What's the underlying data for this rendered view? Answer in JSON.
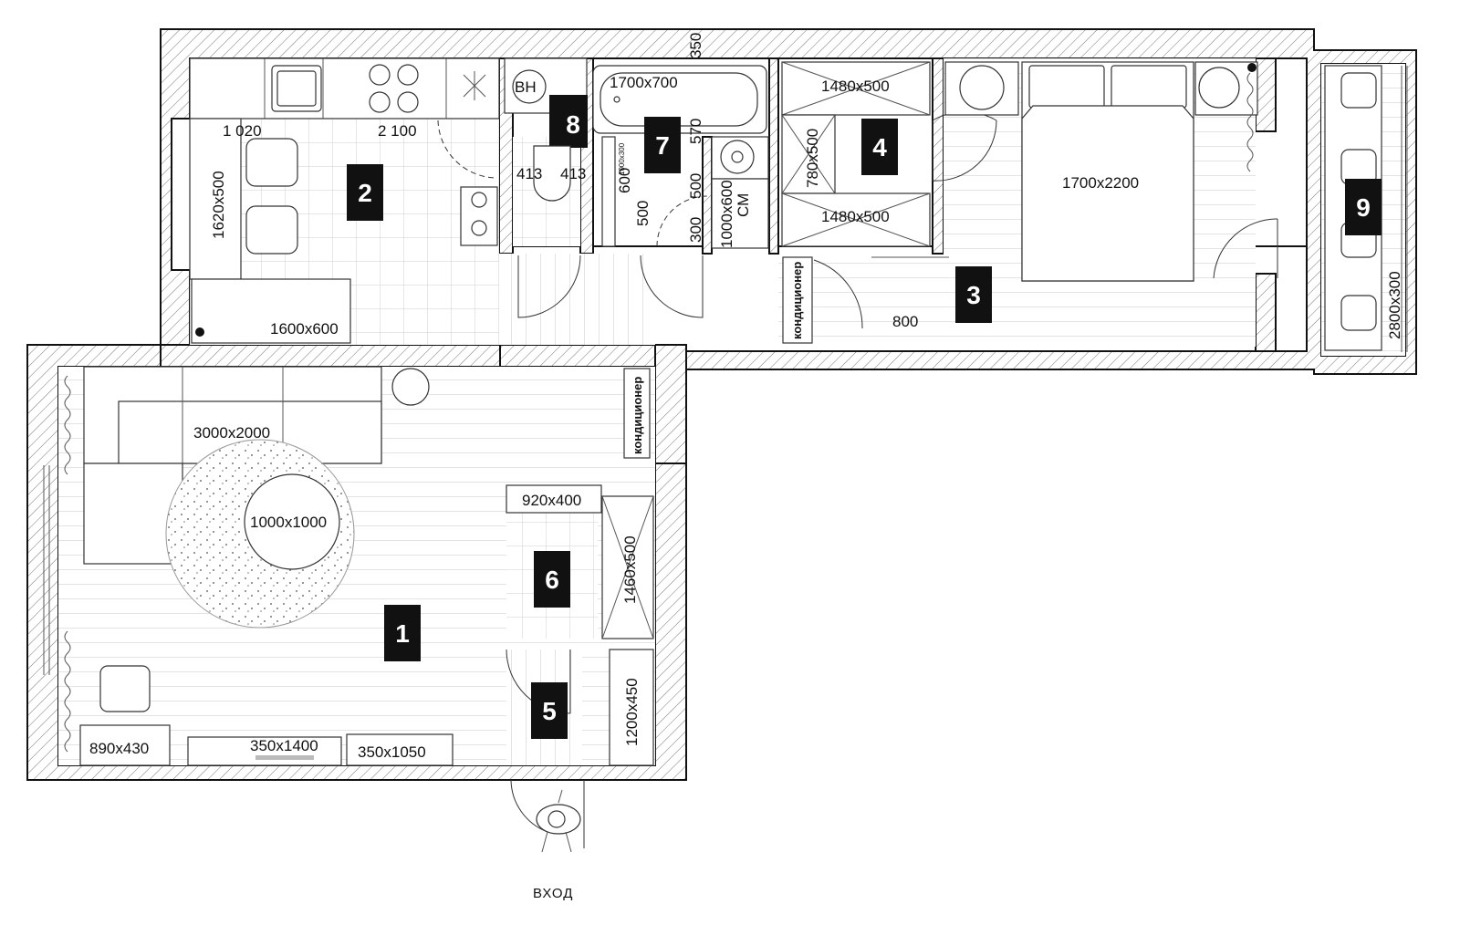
{
  "rooms": [
    {
      "number": "1"
    },
    {
      "number": "2"
    },
    {
      "number": "3"
    },
    {
      "number": "4"
    },
    {
      "number": "5"
    },
    {
      "number": "6"
    },
    {
      "number": "7"
    },
    {
      "number": "8"
    },
    {
      "number": "9"
    }
  ],
  "dimensions": {
    "d350": "350",
    "bath": "1700x700",
    "closet4_top": "1480x500",
    "closet4_side": "780x500",
    "closet4_bottom": "1480x500",
    "bed": "1700x2200",
    "kitchen_1020": "1 020",
    "kitchen_2100": "2 100",
    "kitchen_table": "1620x500",
    "kitchen_counter": "1600x600",
    "wc_413a": "413",
    "wc_413b": "413",
    "d570": "570",
    "d600": "600",
    "d500a": "500",
    "d500b": "500",
    "d300": "300",
    "small_1000x300": "1000x300",
    "wash_1000x600": "1000x600",
    "wash_cm": "СМ",
    "d800": "800",
    "balcony": "2800x300",
    "sofa": "3000x2000",
    "table_round": "1000x1000",
    "closet6_top": "920x400",
    "closet6_side": "1460x500",
    "hall_1200x450": "1200x450",
    "unit_890": "890x430",
    "unit_350x1400": "350x1400",
    "unit_350x1050": "350x1050",
    "bh": "ВН"
  },
  "labels": {
    "ac1": "кондиционер",
    "ac2": "кондиционер",
    "entrance": "ВХОД"
  }
}
